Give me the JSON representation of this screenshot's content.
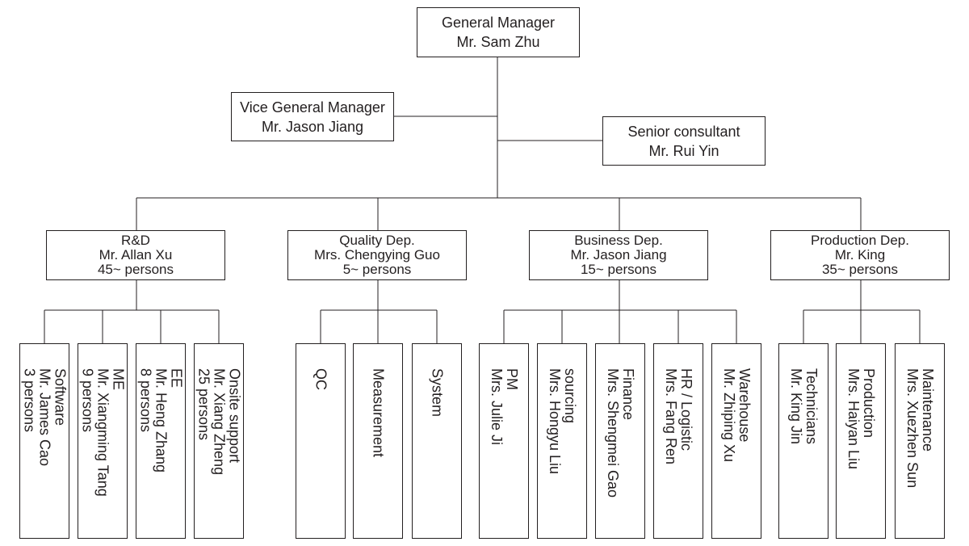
{
  "general_manager": {
    "title": "General Manager",
    "name": "Mr. Sam Zhu"
  },
  "vice_general_manager": {
    "title": "Vice General Manager",
    "name": "Mr. Jason Jiang"
  },
  "senior_consultant": {
    "title": "Senior consultant",
    "name": "Mr. Rui Yin"
  },
  "departments": [
    {
      "name": "R&D",
      "head": "Mr. Allan Xu",
      "size": "45~ persons",
      "units": [
        {
          "lines": [
            "Software",
            "Mr. James Cao",
            "3 persons"
          ]
        },
        {
          "lines": [
            "ME",
            "Mr. Xiangming Tang",
            "9 persons"
          ]
        },
        {
          "lines": [
            "EE",
            "Mr. Heng Zhang",
            "8 persons"
          ]
        },
        {
          "lines": [
            "Onsite support",
            "Mr. Xiang Zheng",
            "25 persons"
          ]
        }
      ]
    },
    {
      "name": "Quality Dep.",
      "head": "Mrs. Chengying Guo",
      "size": "5~ persons",
      "units": [
        {
          "lines": [
            "QC"
          ]
        },
        {
          "lines": [
            "Measurement"
          ]
        },
        {
          "lines": [
            "System"
          ]
        }
      ]
    },
    {
      "name": "Business Dep.",
      "head": "Mr. Jason Jiang",
      "size": "15~ persons",
      "units": [
        {
          "lines": [
            "PM",
            "Mrs. Julie Ji"
          ]
        },
        {
          "lines": [
            "sourcing",
            "Mrs. Hongyu Liu"
          ]
        },
        {
          "lines": [
            "Finance",
            "Mrs. Shengmei Gao"
          ]
        },
        {
          "lines": [
            "HR / Logistic",
            "Mrs. Fang Ren"
          ]
        },
        {
          "lines": [
            "Warehouse",
            "Mr. Zhiping Xu"
          ]
        }
      ]
    },
    {
      "name": "Production Dep.",
      "head": "Mr. King",
      "size": "35~ persons",
      "units": [
        {
          "lines": [
            "Technicians",
            "Mr. King Jin"
          ]
        },
        {
          "lines": [
            "Production",
            "Mrs. Haiyan Liu"
          ]
        },
        {
          "lines": [
            "Maintenance",
            "Mrs. Xuezhen Sun"
          ]
        }
      ]
    }
  ]
}
